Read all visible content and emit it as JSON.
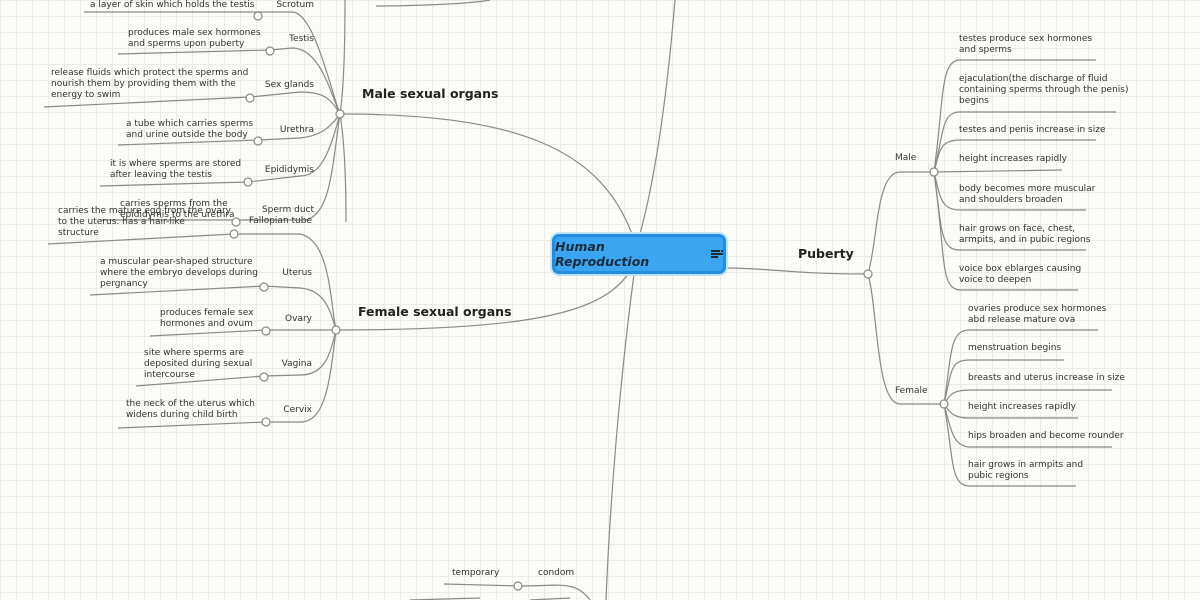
{
  "root": {
    "title": "Human Reproduction",
    "icon": "notes-icon"
  },
  "male_organs": {
    "title": "Male sexual organs",
    "items": [
      {
        "name": "Scrotum",
        "desc": "a layer of skin which holds the testis"
      },
      {
        "name": "Testis",
        "desc": "produces male sex hormones\nand sperms upon puberty"
      },
      {
        "name": "Sex glands",
        "desc": "release fluids which protect the sperms and\nnourish them by providing them with the\nenergy to swim"
      },
      {
        "name": "Urethra",
        "desc": "a tube which carries sperms\nand urine outside the body"
      },
      {
        "name": "Epididymis",
        "desc": "it is where sperms are stored\nafter leaving the testis"
      },
      {
        "name": "Sperm duct",
        "desc": "carries sperms from the\nepididymis to the urethra"
      }
    ]
  },
  "female_organs": {
    "title": "Female sexual organs",
    "items": [
      {
        "name": "Fallopian tube",
        "desc": "carries the mature egg from the ovary\nto the uterus. has a hair-like\nstructure"
      },
      {
        "name": "Uterus",
        "desc": "a muscular pear-shaped structure\nwhere the embryo develops during\npergnancy"
      },
      {
        "name": "Ovary",
        "desc": "produces female sex\nhormones and ovum"
      },
      {
        "name": "Vagina",
        "desc": "site where sperms are\ndeposited during sexual\nintercourse"
      },
      {
        "name": "Cervix",
        "desc": "the neck of the uterus which\nwidens during child birth"
      }
    ]
  },
  "puberty": {
    "title": "Puberty",
    "male": {
      "label": "Male",
      "items": [
        "testes produce sex hormones\nand sperms",
        "ejaculation(the discharge of fluid\ncontaining sperms through the penis)\nbegins",
        "testes and penis increase in size",
        "height increases rapidly",
        "body becomes more muscular\nand shoulders broaden",
        "hair grows on face, chest,\narmpits, and in pubic regions",
        "voice box eblarges causing\nvoice to deepen"
      ]
    },
    "female": {
      "label": "Female",
      "items": [
        "ovaries produce sex hormones\nabd release mature ova",
        "menstruation begins",
        "breasts and uterus increase in size",
        "height increases rapidly",
        "hips broaden and become rounder",
        "hair grows in armpits and\npubic regions"
      ]
    }
  },
  "contraception": {
    "condom": {
      "label": "condom",
      "type": "temporary"
    }
  }
}
